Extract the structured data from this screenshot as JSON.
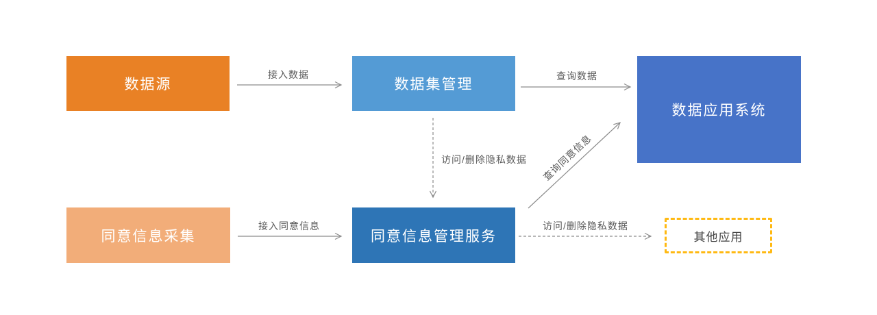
{
  "diagram": {
    "title": "privacy-data-consent-flow",
    "nodes": {
      "data_source": {
        "label": "数据源"
      },
      "dataset_management": {
        "label": "数据集管理"
      },
      "data_application": {
        "label": "数据应用系统"
      },
      "consent_collection": {
        "label": "同意信息采集"
      },
      "consent_service": {
        "label": "同意信息管理服务"
      },
      "other_app": {
        "label": "其他应用"
      }
    },
    "edges": {
      "access_data": {
        "label": "接入数据",
        "style": "solid",
        "from": "data_source",
        "to": "dataset_management"
      },
      "query_data": {
        "label": "查询数据",
        "style": "solid",
        "from": "dataset_management",
        "to": "data_application"
      },
      "access_delete_private_v": {
        "label": "访问/删除隐私数据",
        "style": "dashed",
        "from": "dataset_management",
        "to": "consent_service"
      },
      "access_consent": {
        "label": "接入同意信息",
        "style": "solid",
        "from": "consent_collection",
        "to": "consent_service"
      },
      "query_consent": {
        "label": "查询同意信息",
        "style": "solid",
        "from": "consent_service",
        "to": "data_application"
      },
      "access_delete_private_h": {
        "label": "访问/删除隐私数据",
        "style": "dashed",
        "from": "consent_service",
        "to": "other_app"
      }
    },
    "colors": {
      "data_source": "#E98125",
      "dataset_management": "#549BD5",
      "data_application": "#4773C8",
      "consent_collection": "#F2AD79",
      "consent_service": "#2E75B6",
      "other_app_border": "#FFB912",
      "other_app_text": "#444444",
      "node_text": "#FFFFFF",
      "arrow": "#8C8C8C",
      "edge_label": "#595959"
    }
  }
}
